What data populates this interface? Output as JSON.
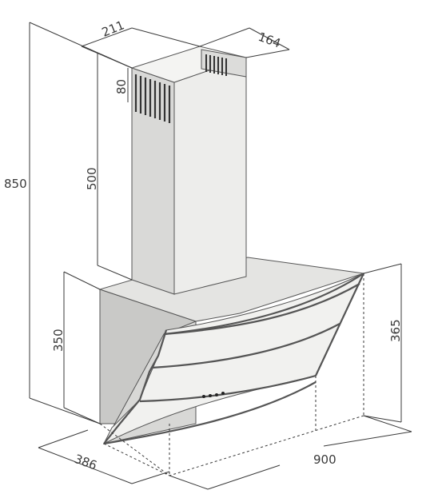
{
  "dimensions": {
    "total_height": "850",
    "chimney_height": "500",
    "vent_slot": "80",
    "chimney_width": "211",
    "chimney_depth": "164",
    "hood_left_height": "350",
    "hood_right_height": "365",
    "hood_depth": "386",
    "hood_width": "900"
  },
  "colors": {
    "chimney_front": "#ededeb",
    "chimney_side": "#d9d9d7",
    "hood_body": "#e4e4e2",
    "hood_dark": "#c9c9c7",
    "glass": "#f1f1ef",
    "line": "#3a3a3a"
  }
}
